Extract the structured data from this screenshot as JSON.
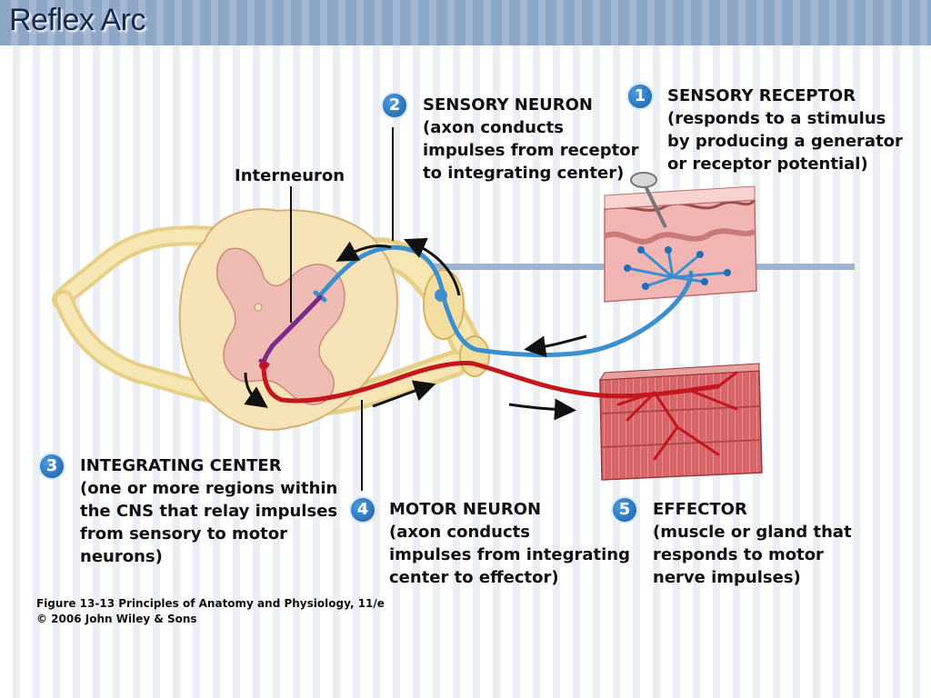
{
  "slide": {
    "title": "Reflex Arc"
  },
  "labels": {
    "interneuron": "Interneuron"
  },
  "steps": [
    {
      "number": "1",
      "heading": "SENSORY RECEPTOR",
      "lines": [
        "(responds to a stimulus",
        "by producing a generator",
        "or receptor potential)"
      ]
    },
    {
      "number": "2",
      "heading": "SENSORY NEURON",
      "lines": [
        "(axon conducts",
        "impulses from receptor",
        "to integrating center)"
      ]
    },
    {
      "number": "3",
      "heading": "INTEGRATING CENTER",
      "lines": [
        "(one or more regions within",
        "the CNS that relay impulses",
        "from sensory to motor",
        "neurons)"
      ]
    },
    {
      "number": "4",
      "heading": "MOTOR NEURON",
      "lines": [
        "(axon conducts",
        "impulses from integrating",
        "center to effector)"
      ]
    },
    {
      "number": "5",
      "heading": "EFFECTOR",
      "lines": [
        "(muscle or gland that",
        "responds to motor",
        "nerve impulses)"
      ]
    }
  ],
  "caption": {
    "line1": "Figure 13-13  Principles of Anatomy and Physiology, 11/e",
    "line2": "© 2006 John Wiley & Sons"
  },
  "colors": {
    "sensory": "#3a8fd0",
    "motor": "#c4161c",
    "interneuron": "#7b2a8a",
    "badge": "#1a6bb5",
    "title": "#17294a"
  }
}
